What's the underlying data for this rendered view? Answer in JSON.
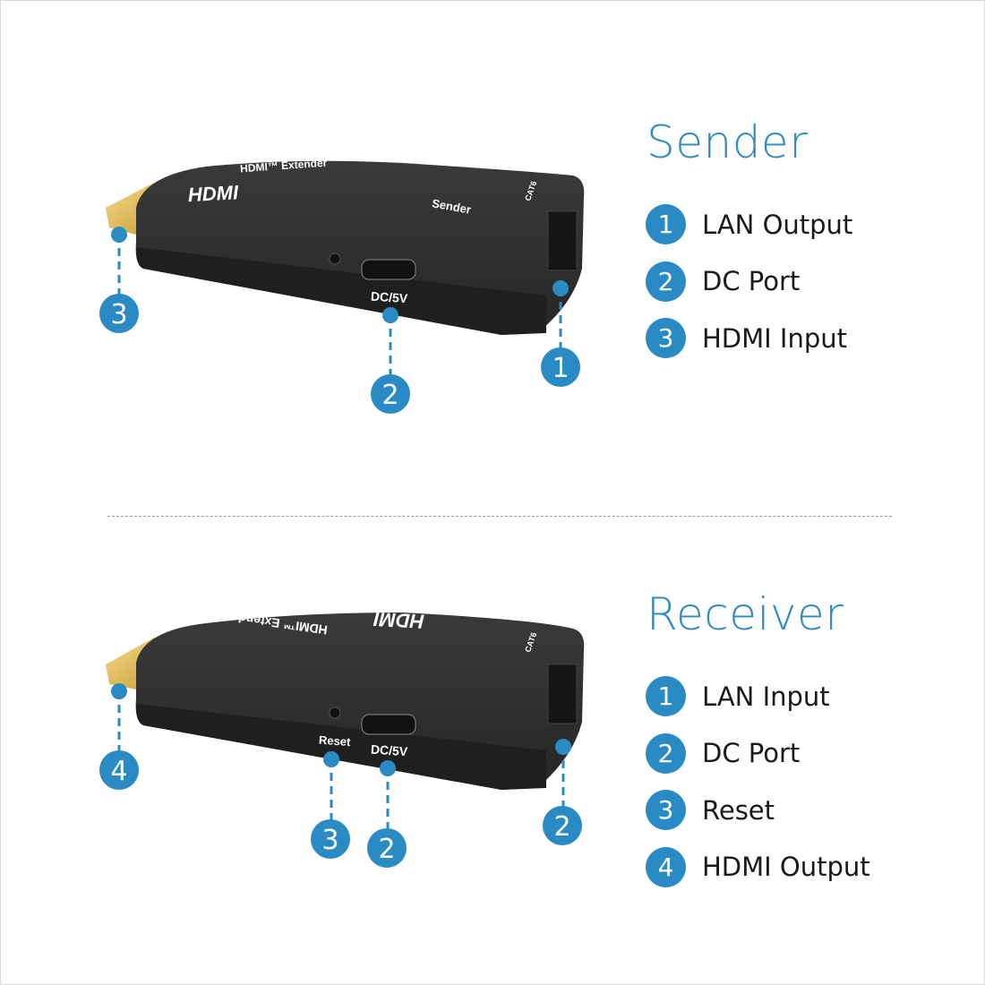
{
  "sender": {
    "title": "Sender",
    "device": {
      "brand": "HDMI",
      "product": "HDMI™ Extender",
      "model": "Sender",
      "port_label": "CAT6",
      "dc_label": "DC/5V"
    },
    "callouts": [
      "3",
      "2",
      "1"
    ],
    "items": [
      {
        "num": "1",
        "label": "LAN Output"
      },
      {
        "num": "2",
        "label": "DC Port"
      },
      {
        "num": "3",
        "label": "HDMI Input"
      }
    ]
  },
  "receiver": {
    "title": "Receiver",
    "device": {
      "brand": "HDMI",
      "product": "HDMI™ Extender",
      "port_label": "CAT6",
      "dc_label": "DC/5V",
      "reset_label": "Reset"
    },
    "callouts": [
      "4",
      "3",
      "2",
      "2"
    ],
    "items": [
      {
        "num": "1",
        "label": "LAN Input"
      },
      {
        "num": "2",
        "label": "DC Port"
      },
      {
        "num": "3",
        "label": "Reset"
      },
      {
        "num": "4",
        "label": "HDMI Output"
      }
    ]
  },
  "colors": {
    "accent": "#2a8bc4",
    "device": "#2b2b2b",
    "connector": "#d9b24a"
  }
}
